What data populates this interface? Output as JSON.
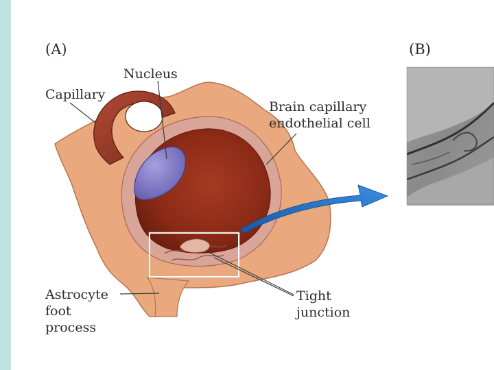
{
  "panels": {
    "a": "(A)",
    "b": "(B)"
  },
  "labels": {
    "nucleus": "Nucleus",
    "capillary": "Capillary",
    "endothelial_line1": "Brain capillary",
    "endothelial_line2": "endothelial cell",
    "astrocyte_line1": "Astrocyte",
    "astrocyte_line2": "foot",
    "astrocyte_line3": "process",
    "tight_line1": "Tight",
    "tight_line2": "junction"
  },
  "colors": {
    "side_bar": "#bfe3e1",
    "astrocyte": "#e9a87e",
    "astrocyte_edge": "#b8754e",
    "lumen": "#8a2a16",
    "lumen_light": "#b8543a",
    "membrane": "#d9a598",
    "nucleus": "#7d75c2",
    "capillary_tube": "#8e3a2a",
    "arrow": "#1d6fc4",
    "leader_line": "#3a3a3a",
    "micrograph": "#8c8c8c"
  }
}
